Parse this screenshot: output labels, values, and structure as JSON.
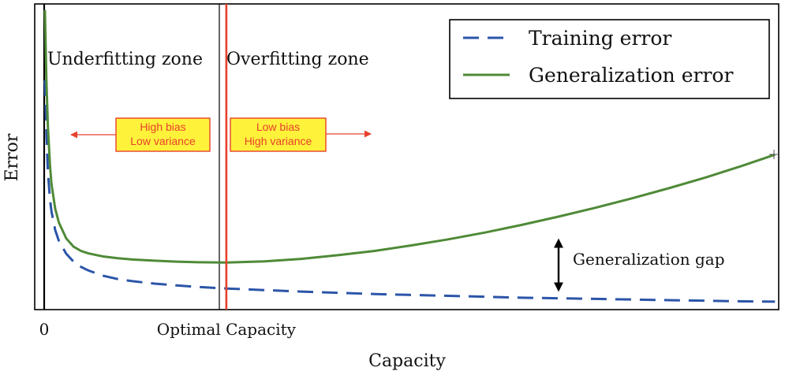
{
  "chart_data": {
    "type": "line",
    "title": "",
    "xlabel": "Capacity",
    "ylabel": "Error",
    "xlim": [
      0,
      100
    ],
    "ylim": [
      0,
      100
    ],
    "x_ticks": [
      {
        "value": 0,
        "label": "0"
      },
      {
        "value": 24.8,
        "label": "Optimal Capacity"
      }
    ],
    "grid": false,
    "legend": {
      "position": "top-right",
      "entries": [
        {
          "label": "Training error",
          "series": "training",
          "color": "#2b55a8",
          "dash": "dashed"
        },
        {
          "label": "Generalization error",
          "series": "generalization",
          "color": "#4f8a37",
          "dash": "solid"
        }
      ]
    },
    "series": [
      {
        "name": "Training error",
        "color": "#2b55a8",
        "x": [
          0.1,
          0.3,
          0.5,
          0.8,
          1,
          1.5,
          2,
          3,
          4,
          5,
          6,
          8,
          10,
          12,
          15,
          18,
          21,
          24.8,
          30,
          35,
          40,
          45,
          50,
          55,
          60,
          65,
          70,
          75,
          80,
          85,
          90,
          95,
          99.5
        ],
        "y": [
          75,
          58,
          45,
          36,
          32,
          26,
          22.5,
          18.3,
          15.7,
          14,
          12.8,
          11.1,
          10,
          9.3,
          8.5,
          7.9,
          7.4,
          6.9,
          6.4,
          5.9,
          5.5,
          5.1,
          4.8,
          4.5,
          4.2,
          3.9,
          3.7,
          3.5,
          3.3,
          3.1,
          2.9,
          2.7,
          2.6
        ]
      },
      {
        "name": "Generalization error",
        "color": "#4f8a37",
        "x": [
          0.1,
          0.3,
          0.5,
          0.8,
          1,
          1.5,
          2,
          3,
          4,
          5,
          6,
          8,
          10,
          12,
          15,
          18,
          21,
          24.8,
          30,
          35,
          40,
          45,
          50,
          55,
          60,
          65,
          70,
          75,
          80,
          85,
          90,
          95,
          99.5
        ],
        "y": [
          98,
          75,
          60,
          47,
          41,
          33,
          28.5,
          23.3,
          20.6,
          19.2,
          18.4,
          17.4,
          16.8,
          16.4,
          16,
          15.7,
          15.5,
          15.4,
          15.8,
          16.6,
          17.8,
          19.2,
          21,
          23,
          25.2,
          27.7,
          30.4,
          33.3,
          36.4,
          39.7,
          43.2,
          47,
          50.7
        ]
      }
    ],
    "vertical_line": {
      "x": 24.8,
      "color": "#e8412b"
    },
    "annotations": {
      "underfitting_zone": "Underfitting zone",
      "overfitting_zone": "Overfitting zone",
      "left_box": {
        "line1": "High bias",
        "line2": "Low variance"
      },
      "right_box": {
        "line1": "Low bias",
        "line2": "High variance"
      },
      "gap_label": "Generalization gap",
      "box_fill": "#fff23a",
      "box_text_color": "#e8412b"
    }
  }
}
